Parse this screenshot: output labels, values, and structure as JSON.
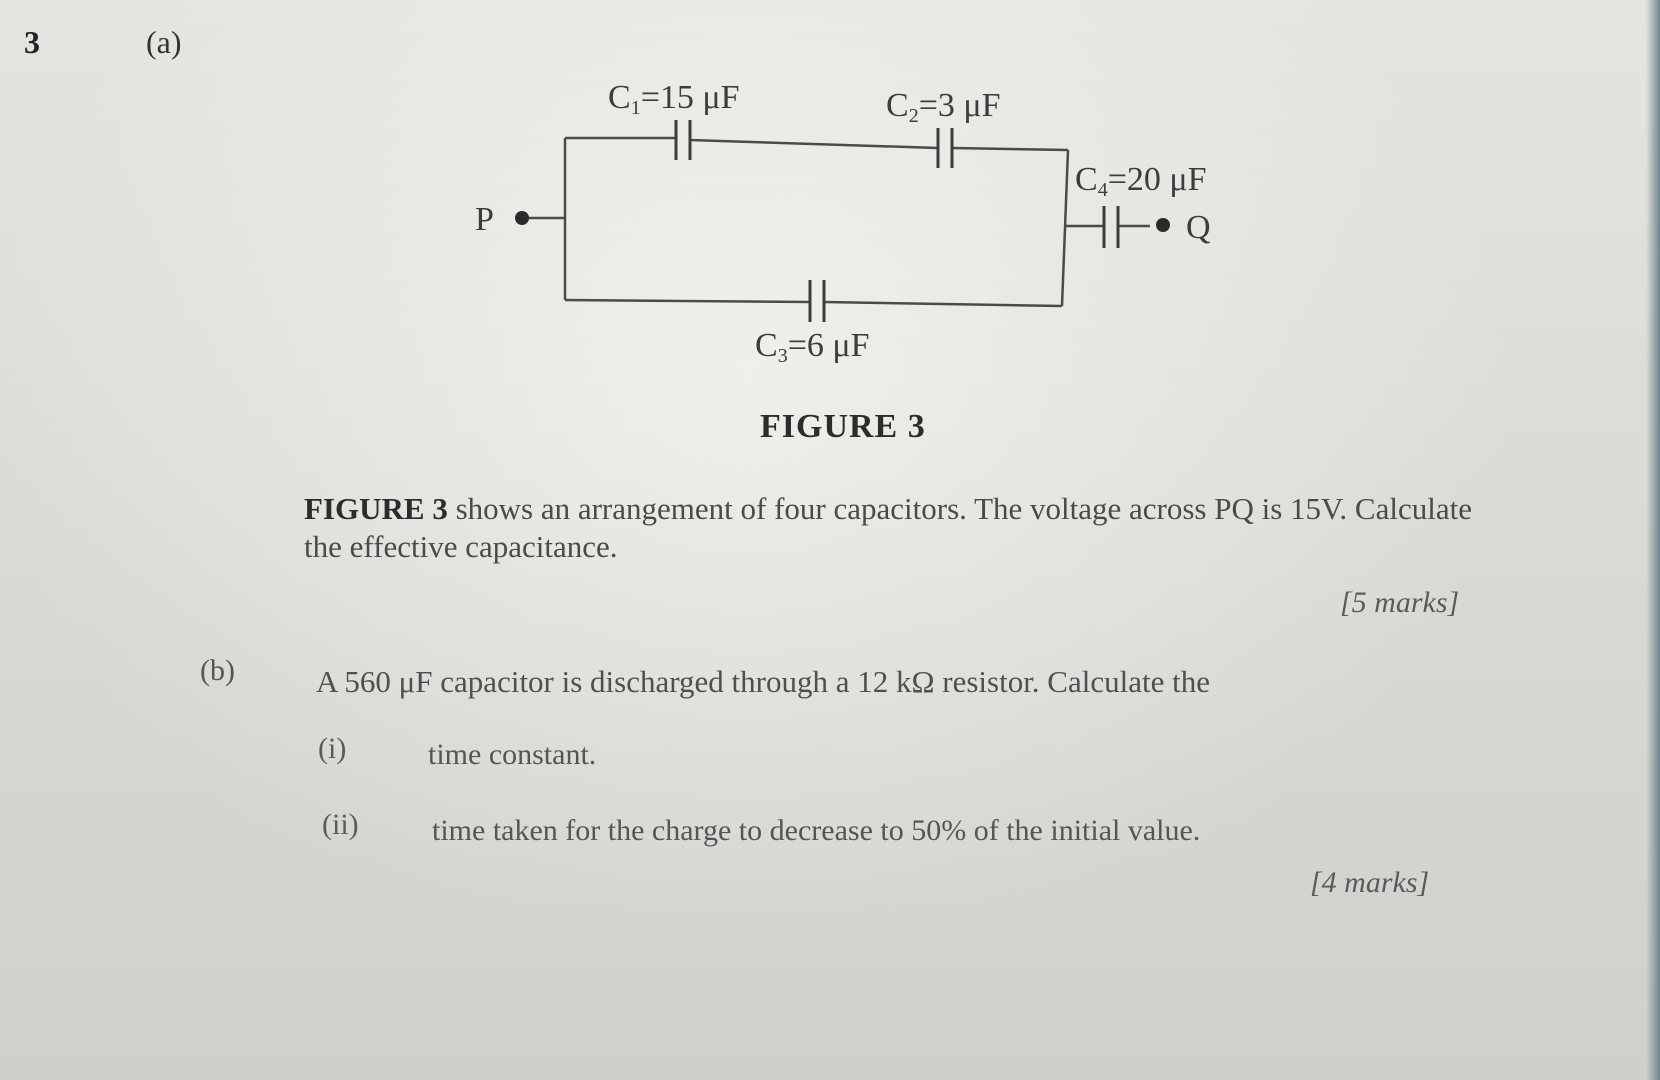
{
  "question": {
    "number": "3",
    "part_a_label": "(a)",
    "figure": {
      "caption": "FIGURE 3",
      "terminal_p": "P",
      "terminal_q": "Q",
      "capacitors": [
        {
          "letter": "C",
          "sub": "1",
          "value": "=15 μF"
        },
        {
          "letter": "C",
          "sub": "2",
          "value": "=3 μF"
        },
        {
          "letter": "C",
          "sub": "3",
          "value": "=6 μF"
        },
        {
          "letter": "C",
          "sub": "4",
          "value": "=20 μF"
        }
      ]
    },
    "part_a_text_bold": "FIGURE 3",
    "part_a_text": " shows an arrangement of four capacitors. The voltage across PQ is 15V. Calculate the effective capacitance.",
    "part_a_marks": "[5 marks]",
    "part_b_label": "(b)",
    "part_b_text": "A 560 μF capacitor is discharged through a 12 kΩ resistor. Calculate the",
    "sub_i_label": "(i)",
    "sub_i_text": "time constant.",
    "sub_ii_label": "(ii)",
    "sub_ii_text": "time taken for the charge to decrease to 50% of the initial value.",
    "part_b_marks": "[4 marks]"
  }
}
